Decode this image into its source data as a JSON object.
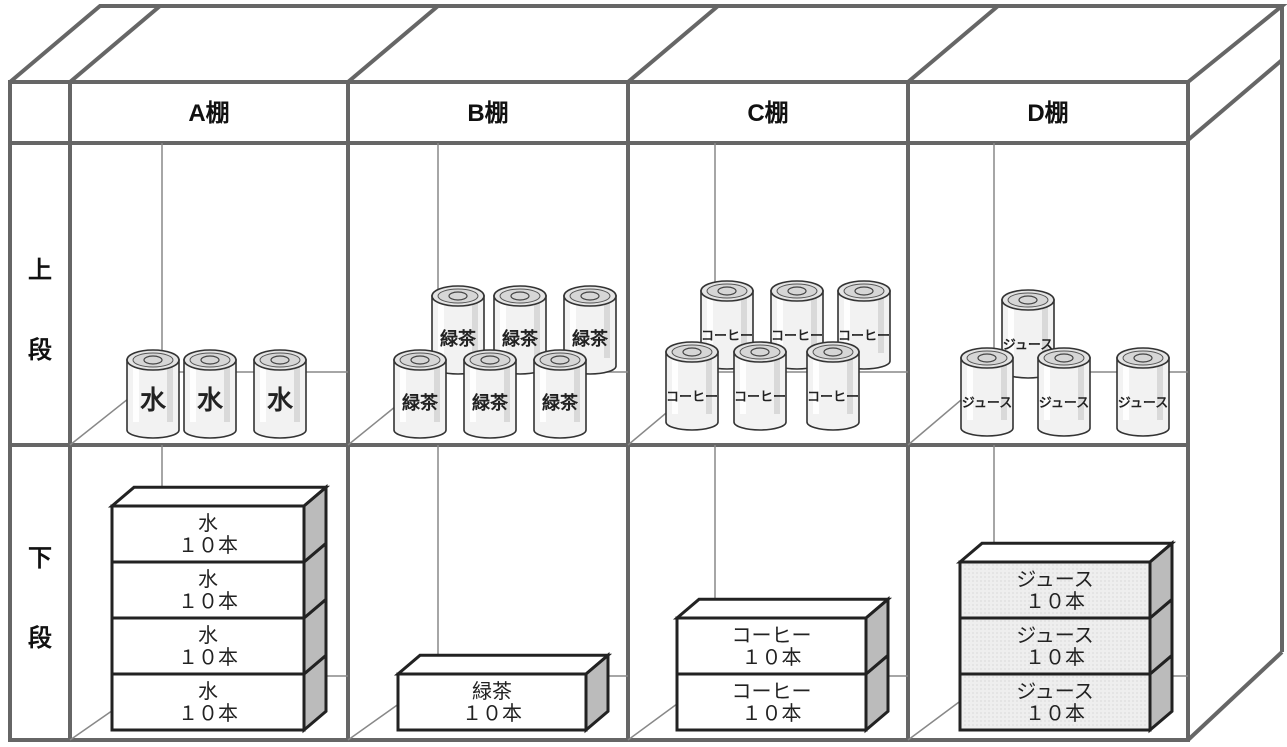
{
  "columns": [
    {
      "name": "A棚",
      "top_item": "水",
      "top_cans": 3,
      "bottom_item": "水",
      "bottom_count": "１０本",
      "bottom_boxes": 4
    },
    {
      "name": "B棚",
      "top_item": "緑茶",
      "top_cans": 6,
      "bottom_item": "緑茶",
      "bottom_count": "１０本",
      "bottom_boxes": 1
    },
    {
      "name": "C棚",
      "top_item": "コーヒー",
      "top_cans": 6,
      "bottom_item": "コーヒー",
      "bottom_count": "１０本",
      "bottom_boxes": 2
    },
    {
      "name": "D棚",
      "top_item": "ジュース",
      "top_cans": 4,
      "bottom_item": "ジュース",
      "bottom_count": "１０本",
      "bottom_boxes": 3
    }
  ],
  "rows": {
    "top": [
      "上",
      "段"
    ],
    "bottom": [
      "下",
      "段"
    ]
  },
  "colors": {
    "frame": "#666666",
    "line": "#888888",
    "can_fill": "#f2f2f2",
    "box_side": "#bbbbbb",
    "box_fill_d": "#efefef"
  }
}
